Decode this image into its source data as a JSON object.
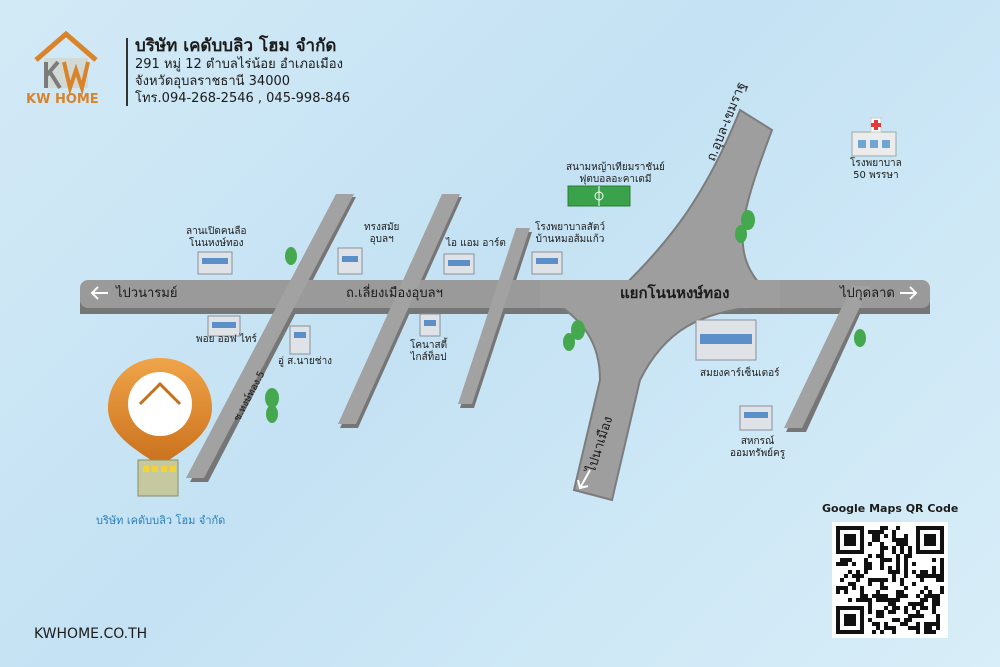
{
  "company": {
    "logo_text": "KW HOME",
    "name": "บริษัท เคดับบลิว โฮม จำกัด",
    "address_1": "291 หมู่ 12 ตำบลไร่น้อย อำเภอเมือง",
    "address_2": "จังหวัดอุบลราชธานี 34000",
    "phone": "โทร.094-268-2546 , 045-998-846"
  },
  "roads": {
    "to_warin": "ไปวนารมย์",
    "main_road": "ถ.เลี่ยงเมืองอุบลฯ",
    "intersection": "แยกโนนหงษ์ทอง",
    "to_kut_lat": "ไปกุดลาด",
    "ubon_khemarat": "ถ.อุบล-เขมราฐ",
    "to_na_mueang": "ไปนาเมือง",
    "soi_5": "ซ.หงษ์ทอง.5"
  },
  "places": {
    "lan_pet": "ลานเปิดคนลือ\nโนนหงษ์ทอง",
    "song_samai": "ทรงสมัย\nอุบลฯ",
    "i_am_art": "ไอ แอม อาร์ต",
    "vet_hospital": "โรงพยาบาลสัตว์\nบ้านหมอส้มแก้ว",
    "football_field": "สนามหญ้าเทียมราชันย์\nฟุตบอลอะคาเดมี",
    "hospital_50": "โรงพยาบาล\n50 พรรษา",
    "poi_office": "พอย ออฟ ไทร์",
    "u_sor": "อู่ ส.นายช่าง",
    "kanasti": "โคนาสตี้\nไกส์ท็อป",
    "somyong": "สมยงคาร์เซ็นเตอร์",
    "cooperative": "สหกรณ์\nออมทรัพย์ครู",
    "kw_home_pin": "บริษัท เคดับบลิว โฮม จำกัด"
  },
  "footer": {
    "website": "KWHOME.CO.TH",
    "qr_title": "Google Maps QR Code"
  },
  "colors": {
    "road": "#9a9a9a",
    "road_side": "#6e6e6e",
    "accent_orange": "#d9832a",
    "pin_blue": "#2a7fb8",
    "tree": "#4caf50"
  }
}
